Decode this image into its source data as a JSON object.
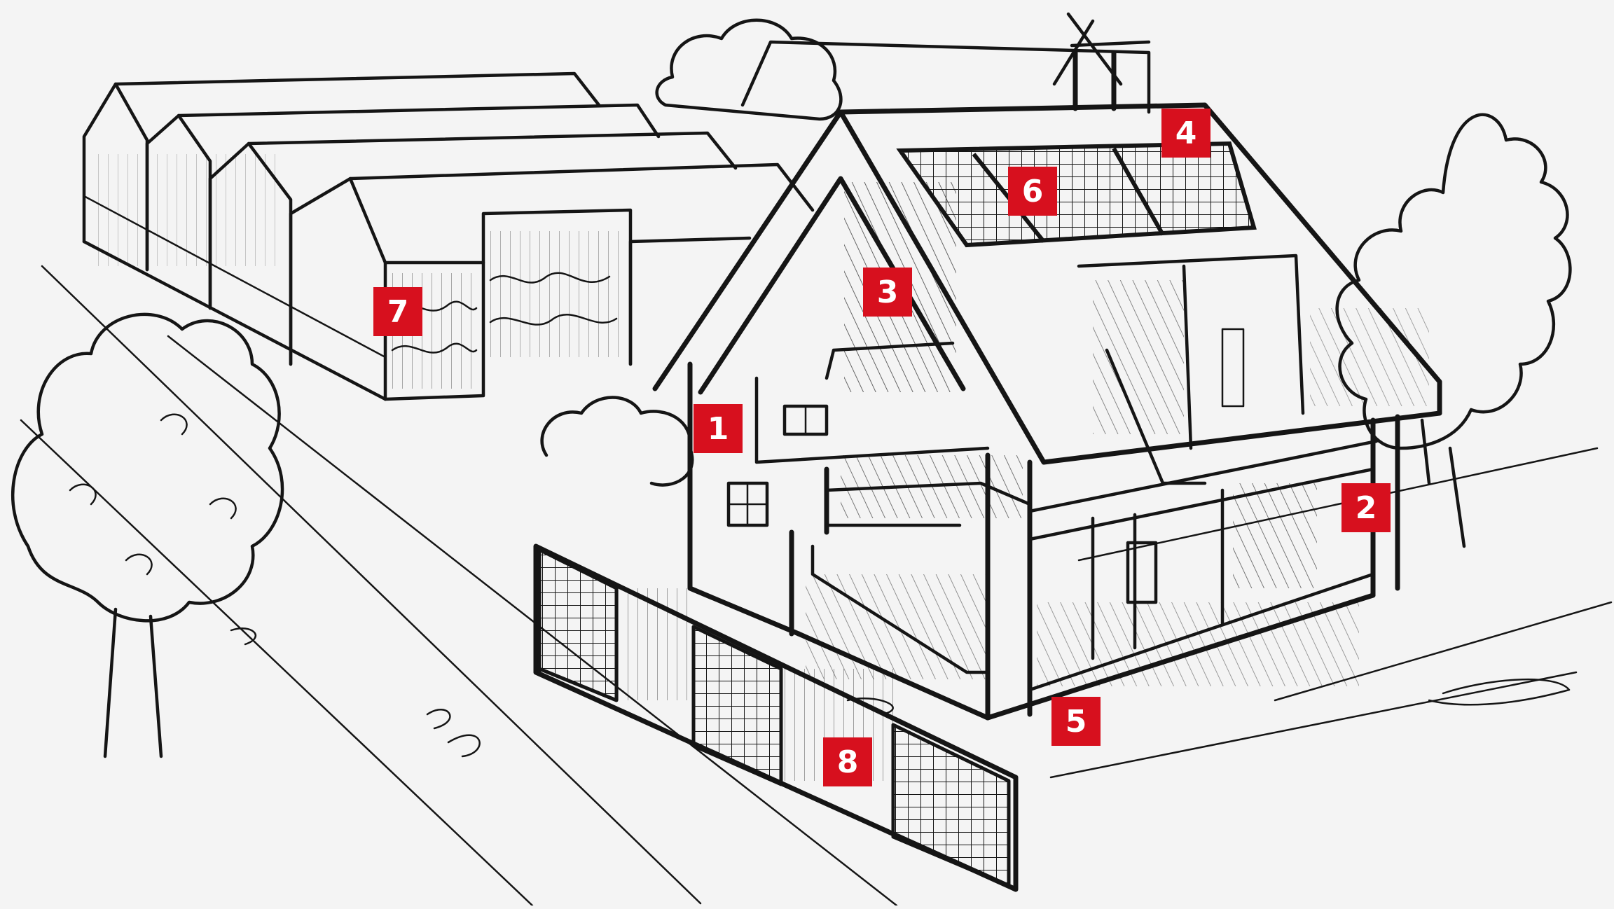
{
  "markers": [
    {
      "label": "1",
      "color": "#d7101e"
    },
    {
      "label": "2",
      "color": "#d7101e"
    },
    {
      "label": "3",
      "color": "#d7101e"
    },
    {
      "label": "4",
      "color": "#d7101e"
    },
    {
      "label": "5",
      "color": "#d7101e"
    },
    {
      "label": "6",
      "color": "#d7101e"
    },
    {
      "label": "7",
      "color": "#d7101e"
    },
    {
      "label": "8",
      "color": "#d7101e"
    }
  ],
  "colors": {
    "background": "#f4f4f4",
    "ink": "#151515",
    "marker": "#d7101e"
  }
}
